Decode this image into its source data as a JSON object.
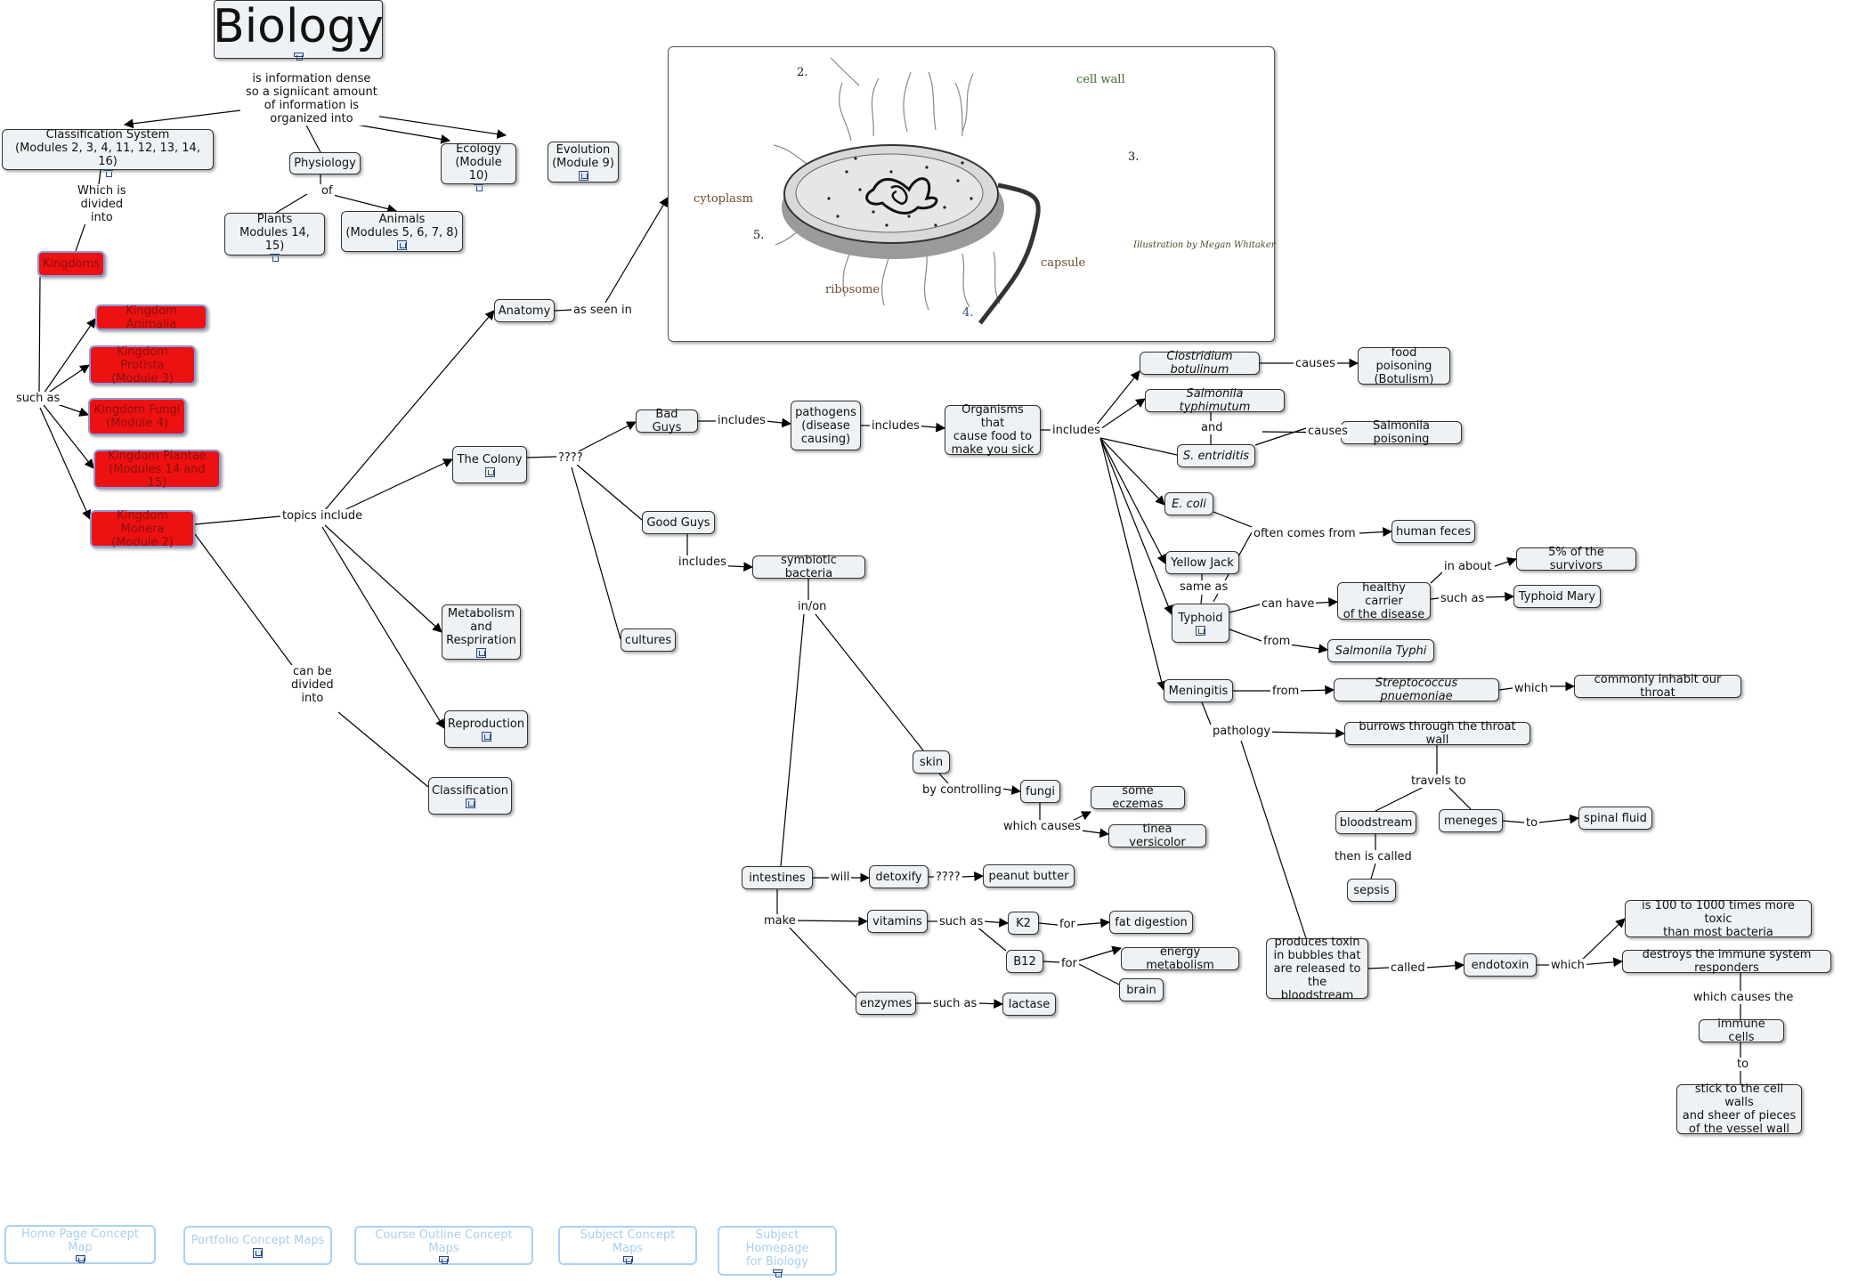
{
  "title": "Biology",
  "illustration": {
    "label_2": "2.",
    "label_cell_wall": "cell wall",
    "label_3": "3.",
    "label_cytoplasm": "cytoplasm",
    "label_5": "5.",
    "label_ribosome": "ribosome",
    "label_4": "4.",
    "label_capsule": "capsule",
    "credit": "Illustration by Megan Whitaker"
  },
  "nodes": [
    {
      "id": "biology",
      "text": "Biology",
      "style": "title",
      "icon": "concept-map-icon"
    },
    {
      "id": "classification-system",
      "text": "Classification System\n(Modules 2, 3, 4, 11, 12, 13, 14, 16)",
      "icon": "concept-map-icon"
    },
    {
      "id": "physiology",
      "text": "Physiology"
    },
    {
      "id": "ecology",
      "text": "Ecology\n(Module 10)",
      "icon": "concept-map-icon"
    },
    {
      "id": "evolution",
      "text": "Evolution\n(Module 9)",
      "icon": "concept-map-icon"
    },
    {
      "id": "plants",
      "text": "Plants\nModules 14, 15)",
      "icon": "concept-map-icon"
    },
    {
      "id": "animals",
      "text": "Animals\n(Modules 5, 6, 7, 8)",
      "icon": "concept-map-icon"
    },
    {
      "id": "kingdoms",
      "text": "Kingdoms",
      "style": "red"
    },
    {
      "id": "kingdom-animalia",
      "text": "Kingdom Animalia",
      "style": "red"
    },
    {
      "id": "kingdom-protista",
      "text": "Kingdom Protista\n(Module 3)",
      "style": "red"
    },
    {
      "id": "kingdom-fungi",
      "text": "Kingdom Fungi\n(Module 4)",
      "style": "red"
    },
    {
      "id": "kingdom-plantae",
      "text": "Kingdom Plantae\n(Modules 14 and 15)",
      "style": "red"
    },
    {
      "id": "kingdom-monera",
      "text": "Kingdom Monera\n(Module 2)",
      "style": "red"
    },
    {
      "id": "anatomy",
      "text": "Anatomy"
    },
    {
      "id": "the-colony",
      "text": "The Colony",
      "icon": "document-icon"
    },
    {
      "id": "metabolism",
      "text": "Metabolism\nand\nRespriration",
      "icon": "concept-map-icon"
    },
    {
      "id": "reproduction",
      "text": "Reproduction",
      "icon": "concept-map-icon"
    },
    {
      "id": "classification",
      "text": "Classification",
      "icon": "concept-map-icon"
    },
    {
      "id": "bad-guys",
      "text": "Bad Guys"
    },
    {
      "id": "good-guys",
      "text": "Good Guys"
    },
    {
      "id": "cultures",
      "text": "cultures"
    },
    {
      "id": "pathogens",
      "text": "pathogens\n(disease\ncausing)"
    },
    {
      "id": "organisms",
      "text": "Organisms that\ncause food to\nmake you sick"
    },
    {
      "id": "clostridium",
      "text": "Clostridium botulinum",
      "style": "italic"
    },
    {
      "id": "food-poisoning",
      "text": "food poisoning\n(Botulism)"
    },
    {
      "id": "salmonila-typhimutum",
      "text": "Salmonila typhimutum",
      "style": "italic"
    },
    {
      "id": "s-entriditis",
      "text": "S. entriditis",
      "style": "italic"
    },
    {
      "id": "salmonila-poisoning",
      "text": "Salmonila poisoning"
    },
    {
      "id": "e-coli",
      "text": "E. coli",
      "style": "italic"
    },
    {
      "id": "human-feces",
      "text": "human feces"
    },
    {
      "id": "yellow-jack",
      "text": "Yellow Jack"
    },
    {
      "id": "typhoid",
      "text": "Typhoid",
      "icon": "document-icon"
    },
    {
      "id": "five-percent",
      "text": "5% of the survivors"
    },
    {
      "id": "healthy-carrier",
      "text": "healthy carrier\nof the disease"
    },
    {
      "id": "typhoid-mary",
      "text": "Typhoid Mary"
    },
    {
      "id": "salmonila-typhi",
      "text": "Salmonila Typhi",
      "style": "italic"
    },
    {
      "id": "meningitis",
      "text": "Meningitis"
    },
    {
      "id": "streptococcus",
      "text": "Streptococcus pnuemoniae",
      "style": "italic"
    },
    {
      "id": "throat",
      "text": "commonly inhabit our throat"
    },
    {
      "id": "burrows",
      "text": "burrows through the throat wall"
    },
    {
      "id": "bloodstream",
      "text": "bloodstream"
    },
    {
      "id": "meneges",
      "text": "meneges"
    },
    {
      "id": "spinal-fluid",
      "text": "spinal fluid"
    },
    {
      "id": "sepsis",
      "text": "sepsis"
    },
    {
      "id": "produces-toxin",
      "text": "produces toxin\nin bubbles that\nare released to\nthe bloodstream"
    },
    {
      "id": "endotoxin",
      "text": "endotoxin"
    },
    {
      "id": "toxic",
      "text": "is 100 to 1000 times more toxic\nthan most bacteria"
    },
    {
      "id": "destroys",
      "text": "destroys the immune system responders"
    },
    {
      "id": "immune-cells",
      "text": "immune cells"
    },
    {
      "id": "stick",
      "text": "stick to the cell walls\nand sheer of pieces\nof the vessel wall"
    },
    {
      "id": "symbiotic",
      "text": "symbiotic bacteria"
    },
    {
      "id": "skin",
      "text": "skin"
    },
    {
      "id": "fungi",
      "text": "fungi"
    },
    {
      "id": "eczemas",
      "text": "some eczemas"
    },
    {
      "id": "tinea",
      "text": "tinea versicolor"
    },
    {
      "id": "intestines",
      "text": "intestines"
    },
    {
      "id": "detoxify",
      "text": "detoxify"
    },
    {
      "id": "peanut-butter",
      "text": "peanut butter"
    },
    {
      "id": "vitamins",
      "text": "vitamins"
    },
    {
      "id": "k2",
      "text": "K2"
    },
    {
      "id": "b12",
      "text": "B12"
    },
    {
      "id": "fat-digestion",
      "text": "fat digestion"
    },
    {
      "id": "energy-metabolism",
      "text": "energy metabolism"
    },
    {
      "id": "brain",
      "text": "brain"
    },
    {
      "id": "enzymes",
      "text": "enzymes"
    },
    {
      "id": "lactase",
      "text": "lactase"
    },
    {
      "id": "home-page",
      "text": "Home Page Concept Map",
      "style": "link",
      "icon": "concept-map-icon"
    },
    {
      "id": "portfolio",
      "text": "Portfolio Concept Maps",
      "style": "link",
      "icon": "concept-map-icon"
    },
    {
      "id": "course-outline",
      "text": "Course Outline Concept Maps",
      "style": "link",
      "icon": "concept-map-icon"
    },
    {
      "id": "subject-maps",
      "text": "Subject Concept Maps",
      "style": "link",
      "icon": "concept-map-icon"
    },
    {
      "id": "subject-homepage",
      "text": "Subject Homepage\nfor Biology",
      "style": "link",
      "icon": "concept-map-icon"
    }
  ],
  "labels": [
    {
      "id": "info-dense",
      "text": "is information dense\nso a signiicant amount\nof information is\norganized into"
    },
    {
      "id": "of",
      "text": "of"
    },
    {
      "id": "which-is-divided",
      "text": "Which is\ndivided\ninto"
    },
    {
      "id": "such-as-kingdoms",
      "text": "such as"
    },
    {
      "id": "topics-include",
      "text": "topics include"
    },
    {
      "id": "can-be-divided",
      "text": "can be\ndivided\ninto"
    },
    {
      "id": "as-seen-in",
      "text": "as seen in"
    },
    {
      "id": "question-marks",
      "text": "????"
    },
    {
      "id": "includes-1",
      "text": "includes"
    },
    {
      "id": "includes-2",
      "text": "includes"
    },
    {
      "id": "includes-3",
      "text": "includes"
    },
    {
      "id": "includes-good",
      "text": "includes"
    },
    {
      "id": "causes-1",
      "text": "causes"
    },
    {
      "id": "and",
      "text": "and"
    },
    {
      "id": "causes-2",
      "text": "causes"
    },
    {
      "id": "often-comes-from",
      "text": "often comes from"
    },
    {
      "id": "same-as",
      "text": "same as"
    },
    {
      "id": "can-have",
      "text": "can have"
    },
    {
      "id": "in-about",
      "text": "in about"
    },
    {
      "id": "such-as-carrier",
      "text": "such as"
    },
    {
      "id": "from-typhoid",
      "text": "from"
    },
    {
      "id": "from-meningitis",
      "text": "from"
    },
    {
      "id": "which-strep",
      "text": "which"
    },
    {
      "id": "pathology",
      "text": "pathology"
    },
    {
      "id": "travels-to",
      "text": "travels to"
    },
    {
      "id": "to-spinal",
      "text": "to"
    },
    {
      "id": "then-is-called",
      "text": "then is called"
    },
    {
      "id": "called",
      "text": "called"
    },
    {
      "id": "which-endotoxin",
      "text": "which"
    },
    {
      "id": "which-causes-the",
      "text": "which causes the"
    },
    {
      "id": "to-stick",
      "text": "to"
    },
    {
      "id": "in-on",
      "text": "in/on"
    },
    {
      "id": "by-controlling",
      "text": "by controlling"
    },
    {
      "id": "which-causes-fungi",
      "text": "which causes"
    },
    {
      "id": "will",
      "text": "will"
    },
    {
      "id": "question-marks-2",
      "text": "????"
    },
    {
      "id": "make",
      "text": "make"
    },
    {
      "id": "such-as-vitamins",
      "text": "such as"
    },
    {
      "id": "for-k2",
      "text": "for"
    },
    {
      "id": "for-b12",
      "text": "for"
    },
    {
      "id": "such-as-enzymes",
      "text": "such as"
    }
  ]
}
